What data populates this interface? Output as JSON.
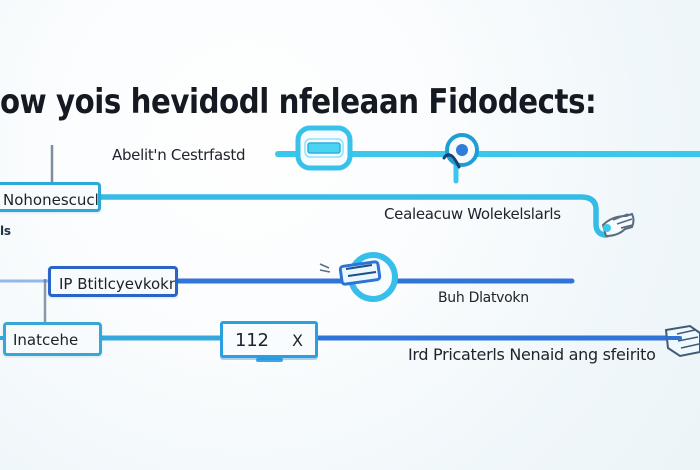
{
  "title": "ow yois hevidodl nfeleaan Fidodects:",
  "labels": {
    "top_left": "Abelit'n Cestrfastd",
    "upper_right": "Cealeacuw Wolekelslarls",
    "middle_right": "Buh Dlatvokn",
    "bottom_right": "Ird Pricaterls Nenaid ang sfeirito"
  },
  "nodes": {
    "node_a_main": "Nohonescucl",
    "node_a_sub": "ls",
    "node_b": "IP Btitlcyevkokn",
    "node_c": "Inatcehe"
  },
  "counter": {
    "value": "112",
    "suffix": "X"
  },
  "icons": {
    "top_device": "device-icon",
    "top_pin": "location-pin-icon",
    "right_hand": "hand-icon",
    "middle_card": "card-icon",
    "bottom_hand": "hand-icon"
  },
  "colors": {
    "accent_cyan": "#39c8eb",
    "accent_blue": "#2e67c9",
    "accent_light": "#79d9f7",
    "text_dark": "#151922"
  }
}
